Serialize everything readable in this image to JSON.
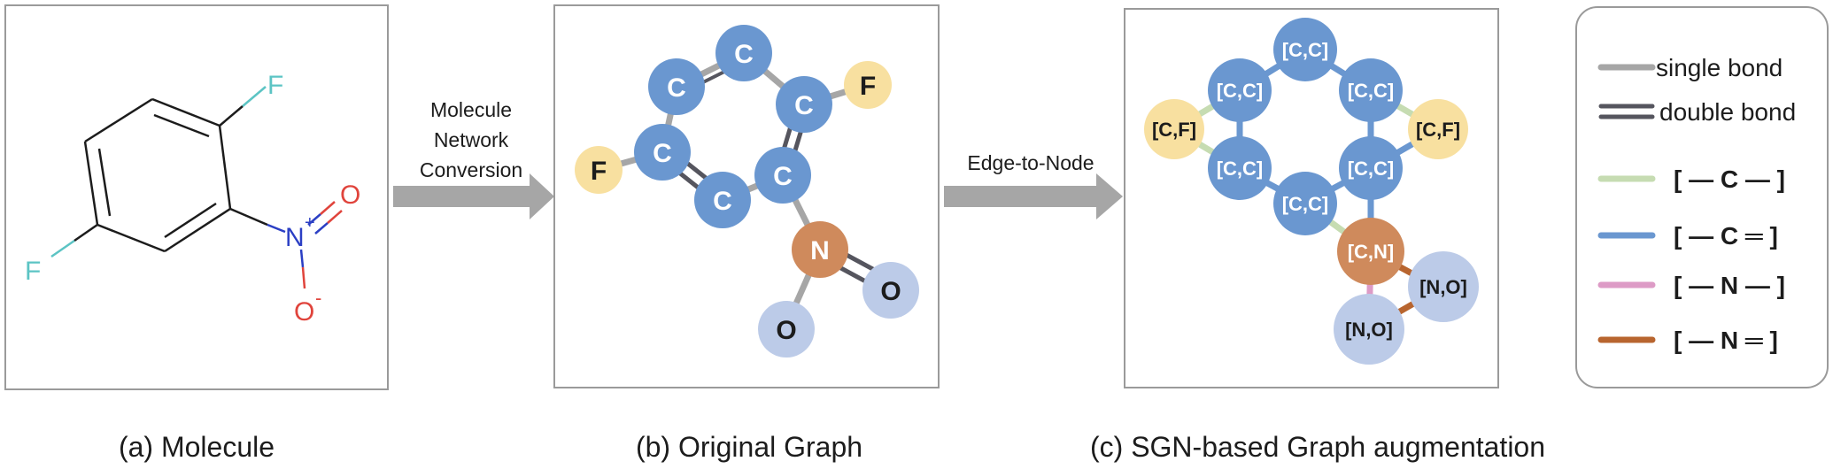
{
  "molecule_panel": {
    "caption": "(a) Molecule",
    "atoms": {
      "f_top": "F",
      "f_left": "F",
      "n": "N",
      "n_charge": "+",
      "o_top": "O",
      "o_bottom": "O",
      "o_charge": "-"
    }
  },
  "arrow_1": {
    "label_lines": [
      "Molecule",
      "Network",
      "Conversion"
    ]
  },
  "original_graph": {
    "caption": "(b) Original Graph",
    "nodes": [
      "C",
      "C",
      "C",
      "C",
      "C",
      "C",
      "F",
      "F",
      "N",
      "O",
      "O"
    ]
  },
  "arrow_2": {
    "label": "Edge-to-Node"
  },
  "sgn_graph": {
    "caption": "(c) SGN-based Graph augmentation",
    "nodes": [
      "[C,C]",
      "[C,C]",
      "[C,C]",
      "[C,C]",
      "[C,C]",
      "[C,C]",
      "[C,F]",
      "[C,F]",
      "[C,N]",
      "[N,O]",
      "[N,O]"
    ]
  },
  "legend": {
    "single_bond": "single bond",
    "double_bond": "double bond",
    "cc_single": "[ — C — ]",
    "cc_double": "[ — C ═ ]",
    "n_single": "[ — N — ]",
    "n_double": "[ — N ═ ]"
  },
  "colors": {
    "carbon": "#6a97d0",
    "fluorine": "#f8e0a0",
    "nitrogen": "#cf8a5c",
    "oxygen": "#bccbe8",
    "single_bond": "#a6a6a6",
    "double_bond": "#55555e",
    "cc_single_edge": "#c6dcb2",
    "cc_double_edge": "#6a97d0",
    "n_single_edge": "#dd9bc6",
    "n_double_edge": "#b8652f",
    "fluorine_atom_text": "#5cc4c4",
    "oxygen_atom_text": "#e0443c",
    "nitrogen_atom_text": "#2b3fc4",
    "arrow": "#a6a6a6",
    "panel_border": "#9a9a9a"
  }
}
